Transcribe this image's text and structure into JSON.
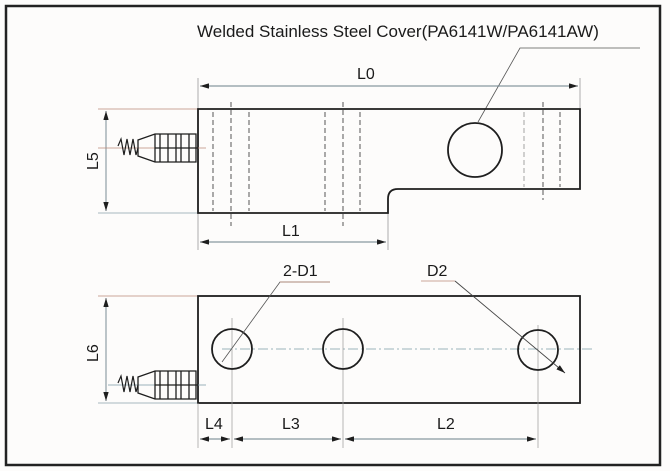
{
  "title": "Welded Stainless Steel Cover(PA6141W/PA6141AW)",
  "top_view": {
    "dimensions": {
      "overall_length": "L0",
      "notch_length": "L1",
      "height": "L5"
    }
  },
  "front_view": {
    "dimensions": {
      "height": "L6",
      "edge_to_first_hole": "L4",
      "hole_spacing": "L3",
      "hole_to_load_hole": "L2"
    },
    "callouts": {
      "mounting_holes": "2-D1",
      "load_hole": "D2"
    }
  },
  "colors": {
    "outline": "#1e1e1e",
    "dimension_line": "#6b7f8a",
    "extension_line": "#b88a7a",
    "frame": "#222222",
    "background": "#fdfcfb"
  }
}
